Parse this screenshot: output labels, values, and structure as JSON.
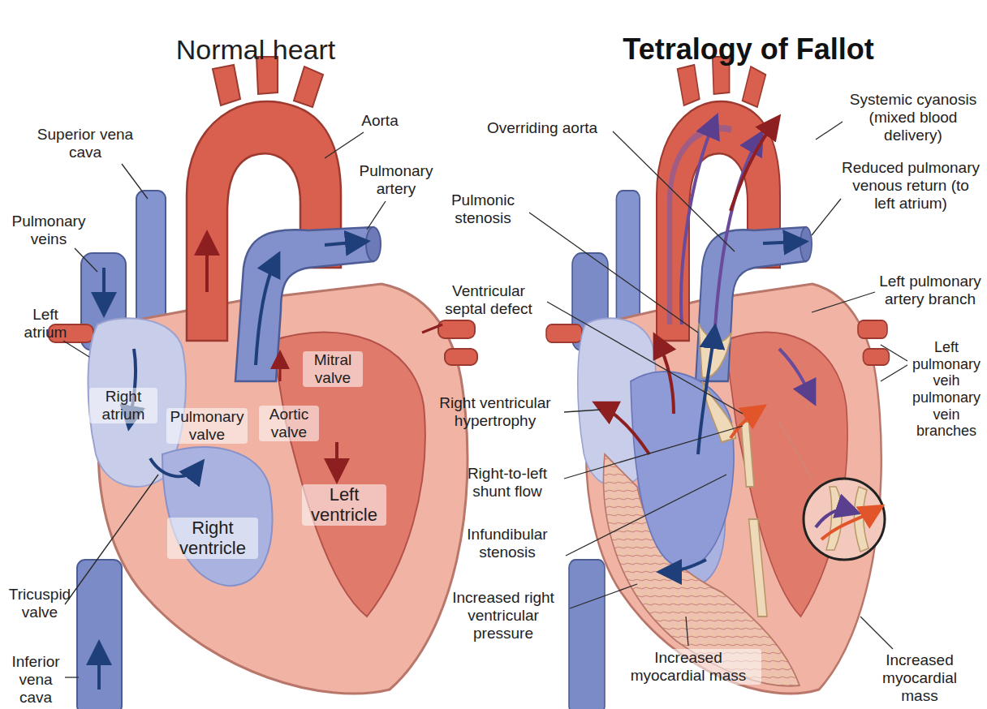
{
  "diagram": {
    "labels": [
      "Normal heart",
      "Superior vena cava",
      "Aorta",
      "Pulmonary artery",
      "Pulmonary veins",
      "Left atrium",
      "Right atrium",
      "Pulmonary valve",
      "Aortic valve",
      "Mitral valve",
      "Left ventricle",
      "Right ventricle",
      "Tricuspid valve",
      "Inferior vena cava",
      "Tetralogy of Fallot",
      "Overriding aorta",
      "Systemic cyanosis (mixed blood delivery)",
      "Reduced pulmonary venous return (to left atrium)",
      "Pulmonic stenosis",
      "Left pulmonary artery branch",
      "Ventricular septal defect",
      "Left pulmonary veih pulmonary vein branches",
      "Right ventricular hypertrophy",
      "Right-to-left shunt flow",
      "Infundibular stenosis",
      "Increased right ventricular pressure",
      "Increased myocardial mass",
      "Increased myocardial mass"
    ]
  }
}
